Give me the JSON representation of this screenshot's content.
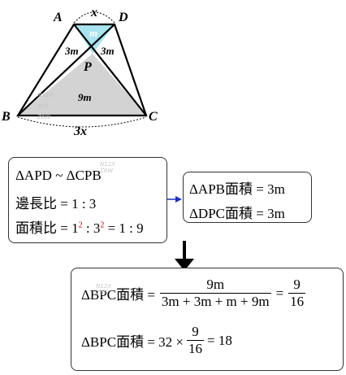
{
  "figure": {
    "points": {
      "A": "A",
      "D": "D",
      "B": "B",
      "C": "C",
      "P": "P"
    },
    "top_length": "x",
    "bottom_length": "3x",
    "area_top": "m",
    "area_left": "3m",
    "area_right": "3m",
    "area_bottom": "9m",
    "colors": {
      "top_triangle": "#a8e4ef",
      "bottom_triangle": "#d3d3d3"
    }
  },
  "box1": {
    "l1a": "ΔAPD ~ ΔCPB",
    "l2a": "邊長比 = 1 : 3",
    "l3a": "面積比 = 1",
    "l3sup1": "2",
    "l3b": " : 3",
    "l3sup2": "2",
    "l3c": " = 1 : 9"
  },
  "box2": {
    "l1": "ΔAPB面積 = 3m",
    "l2": "ΔDPC面積 = 3m"
  },
  "box3": {
    "l1_lhs": "ΔBPC面積 =",
    "l1_num": "9m",
    "l1_den": "3m + 3m + m + 9m",
    "l1_eq": "=",
    "l1_rnum": "9",
    "l1_rden": "16",
    "l2_lhs": "ΔBPC面積 = 32 ×",
    "l2_num": "9",
    "l2_den": "16",
    "l2_rhs": "= 18"
  },
  "watermark": {
    "l1": "N12X",
    "l2": "3Y3",
    "l3": "Z6W"
  }
}
